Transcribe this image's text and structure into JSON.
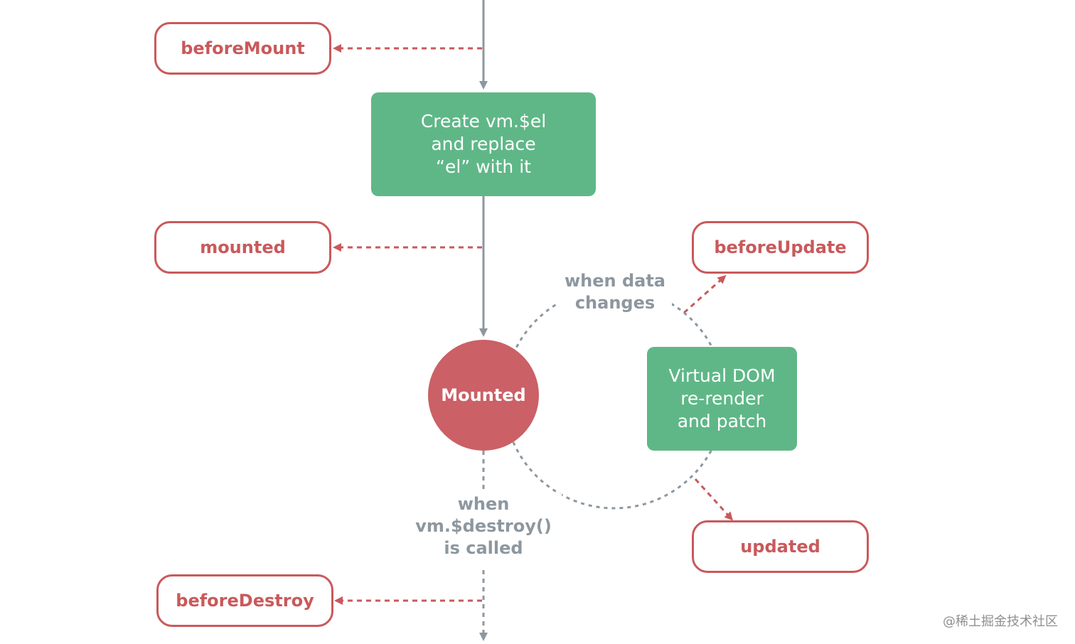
{
  "hooks": {
    "before_mount": "beforeMount",
    "mounted": "mounted",
    "before_update": "beforeUpdate",
    "updated": "updated",
    "before_destroy": "beforeDestroy"
  },
  "process": {
    "create_el": [
      "Create vm.$el",
      "and replace",
      "“el” with it"
    ],
    "virtual_dom": [
      "Virtual DOM",
      "re-render",
      "and patch"
    ]
  },
  "state": {
    "mounted": "Mounted"
  },
  "conditions": {
    "data_changes": [
      "when data",
      "changes"
    ],
    "destroy_called": [
      "when",
      "vm.$destroy()",
      "is called"
    ]
  },
  "watermark": "@稀土掘金技术社区",
  "colors": {
    "hook": "#c9595b",
    "process": "#5fb787",
    "state": "#cb6066",
    "connector": "#8d979f"
  }
}
